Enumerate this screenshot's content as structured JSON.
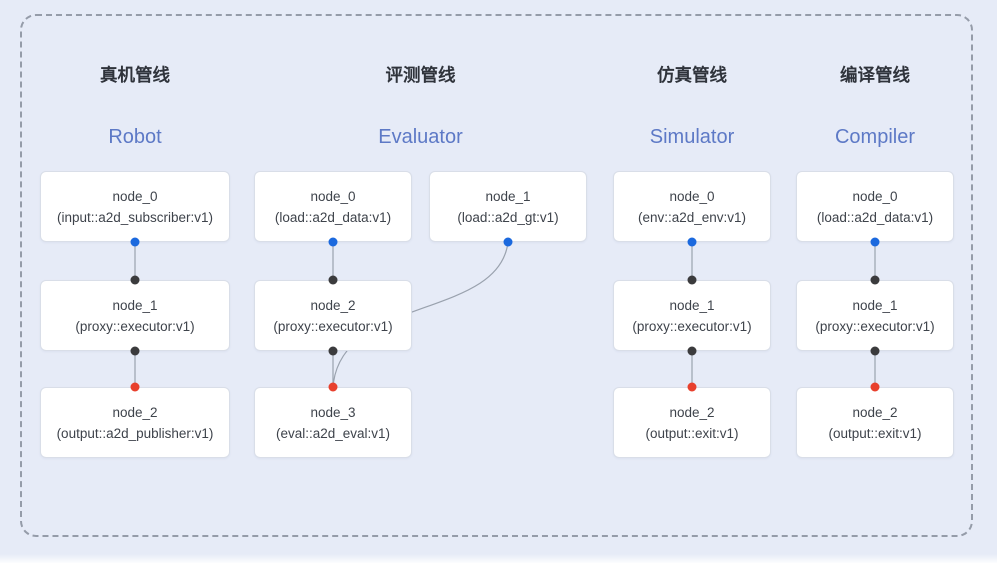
{
  "diagram_title": "pipeline-overview",
  "colors": {
    "bg": "#e6ebf7",
    "dash": "#959ca9",
    "card_bg": "#ffffff",
    "card_border": "#d9dee8",
    "edge": "#9aa2ae",
    "dot_blue": "#1b69de",
    "dot_dark": "#3b3b3d",
    "dot_red": "#e8402d",
    "title_zh": "#2f333b",
    "title_en": "#5d79c6",
    "node_text": "#3e434b"
  },
  "pipelines": [
    {
      "title_zh": "真机管线",
      "title_en": "Robot",
      "nodes": [
        {
          "name": "node_0",
          "type": "(input::a2d_subscriber:v1)"
        },
        {
          "name": "node_1",
          "type": "(proxy::executor:v1)"
        },
        {
          "name": "node_2",
          "type": "(output::a2d_publisher:v1)"
        }
      ]
    },
    {
      "title_zh": "评测管线",
      "title_en": "Evaluator",
      "nodes": [
        {
          "name": "node_0",
          "type": "(load::a2d_data:v1)"
        },
        {
          "name": "node_1",
          "type": "(load::a2d_gt:v1)"
        },
        {
          "name": "node_2",
          "type": "(proxy::executor:v1)"
        },
        {
          "name": "node_3",
          "type": "(eval::a2d_eval:v1)"
        }
      ]
    },
    {
      "title_zh": "仿真管线",
      "title_en": "Simulator",
      "nodes": [
        {
          "name": "node_0",
          "type": "(env::a2d_env:v1)"
        },
        {
          "name": "node_1",
          "type": "(proxy::executor:v1)"
        },
        {
          "name": "node_2",
          "type": "(output::exit:v1)"
        }
      ]
    },
    {
      "title_zh": "编译管线",
      "title_en": "Compiler",
      "nodes": [
        {
          "name": "node_0",
          "type": "(load::a2d_data:v1)"
        },
        {
          "name": "node_1",
          "type": "(proxy::executor:v1)"
        },
        {
          "name": "node_2",
          "type": "(output::exit:v1)"
        }
      ]
    }
  ],
  "edges": [
    {
      "from": "robot.node_0",
      "to": "robot.node_1"
    },
    {
      "from": "robot.node_1",
      "to": "robot.node_2"
    },
    {
      "from": "evaluator.node_0",
      "to": "evaluator.node_2"
    },
    {
      "from": "evaluator.node_1",
      "to": "evaluator.node_3"
    },
    {
      "from": "evaluator.node_2",
      "to": "evaluator.node_3"
    },
    {
      "from": "simulator.node_0",
      "to": "simulator.node_1"
    },
    {
      "from": "simulator.node_1",
      "to": "simulator.node_2"
    },
    {
      "from": "compiler.node_0",
      "to": "compiler.node_1"
    },
    {
      "from": "compiler.node_1",
      "to": "compiler.node_2"
    }
  ]
}
